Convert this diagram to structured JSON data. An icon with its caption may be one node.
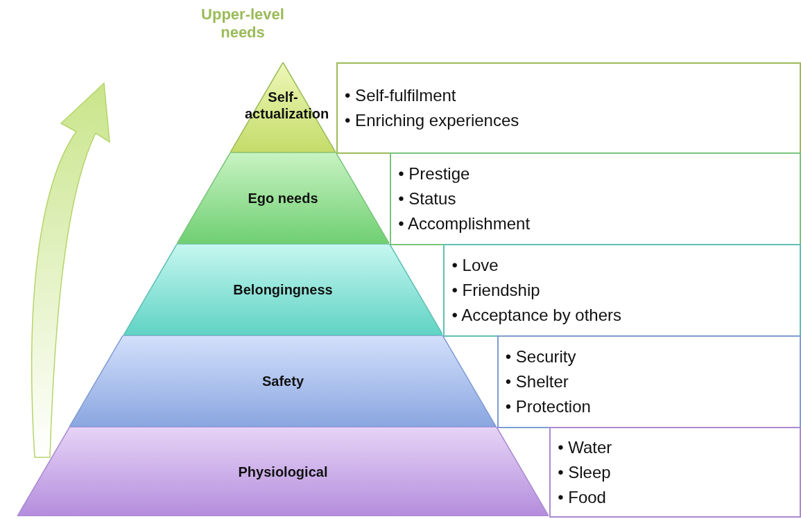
{
  "diagram": {
    "nodes": [
      {
        "text": [
          "Self-actualization"
        ]
      },
      {
        "text": [
          "• Self-fulfilment",
          "• Enriching experiences"
        ]
      },
      {
        "text": [
          "Ego needs"
        ]
      },
      {
        "text": [
          "• Prestige",
          "• Status",
          "• Accomplishment"
        ]
      },
      {
        "text": [
          "Belongingness"
        ]
      },
      {
        "text": [
          "• Love",
          "• Friendship",
          "• Acceptance by others"
        ]
      },
      {
        "text": [
          "Safety"
        ]
      },
      {
        "text": [
          "• Security",
          "• Shelter",
          "• Protection"
        ]
      },
      {
        "text": [
          "Physiological"
        ]
      },
      {
        "text": [
          "• Water",
          "• Sleep",
          "• Food"
        ]
      }
    ],
    "edges": [],
    "labels": [
      "Upper-level needs"
    ]
  }
}
